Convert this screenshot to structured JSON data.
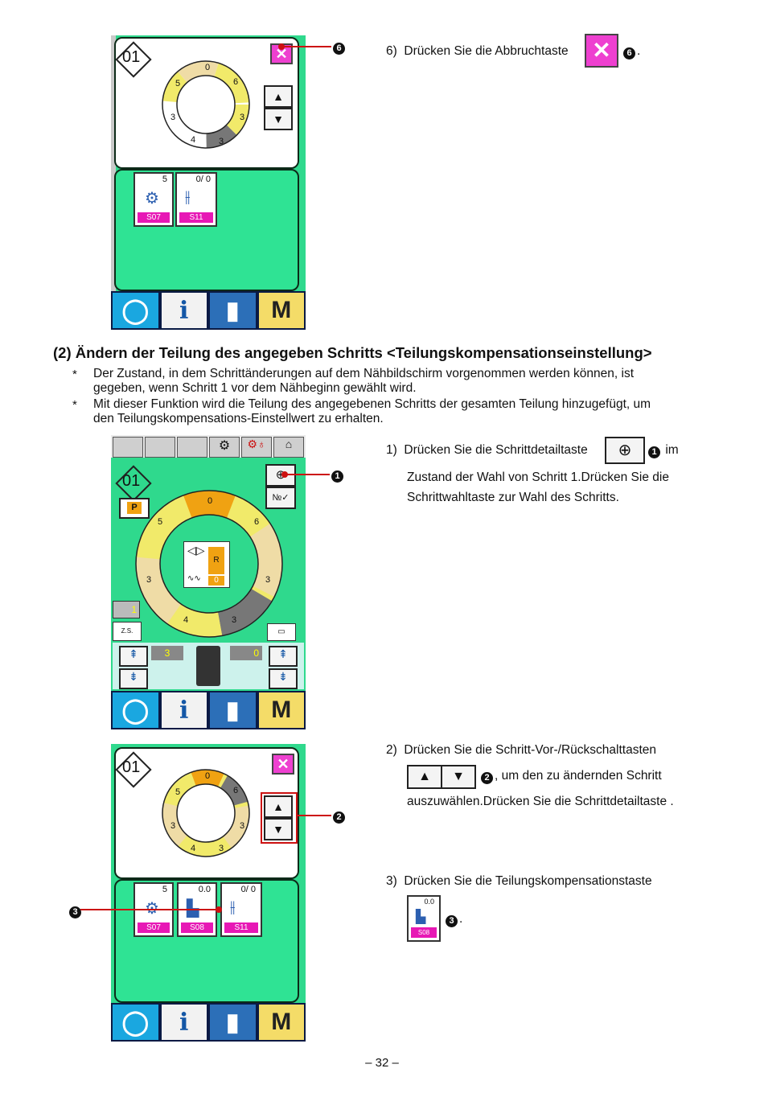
{
  "step6": {
    "label": "6)",
    "text": "Drücken Sie die Abbruchtaste",
    "marker": "6",
    "suffix": "."
  },
  "section": {
    "heading": "(2) Ändern der Teilung des angegeben Schritts <Teilungskompensationseinstellung>",
    "notes": [
      {
        "star": "*",
        "line1": "Der Zustand, in dem Schrittänderungen auf dem Nähbildschirm vorgenommen werden können, ist",
        "line2": "gegeben, wenn Schritt 1 vor dem Nähbeginn gewählt wird."
      },
      {
        "star": "*",
        "line1": "Mit dieser Funktion wird die Teilung des angegebenen Schritts der gesamten Teilung hinzugefügt,  um",
        "line2": "den Teilungskompensations-Einstellwert zu erhalten."
      }
    ]
  },
  "step1": {
    "label": "1)",
    "text_a": "Drücken Sie die Schrittdetailtaste",
    "marker": "1",
    "text_b": "im",
    "line2": "Zustand der Wahl von Schritt 1.Drücken Sie die",
    "line3": "Schrittwahltaste zur Wahl des Schritts."
  },
  "step2": {
    "label": "2)",
    "line1": "Drücken Sie die Schritt-Vor-/Rückschalttasten",
    "marker": "2",
    "line2": ", um den zu ändernden Schritt",
    "line3": "auszuwählen.Drücken Sie die Schrittdetailtaste ."
  },
  "step3": {
    "label": "3)",
    "line1": "Drücken Sie die Teilungskompensationstaste",
    "marker": "3",
    "suffix": "."
  },
  "screens": {
    "screen1": {
      "step_no": "01",
      "ring": [
        "0",
        "6",
        "3",
        "3",
        "4",
        "3",
        "5"
      ],
      "icons": [
        {
          "value": "5",
          "label": "S07"
        },
        {
          "value": "0/  0",
          "label": "S11"
        }
      ],
      "callout": "6"
    },
    "screen2": {
      "step_no": "01",
      "p_label": "P",
      "ring": [
        "0",
        "6",
        "3",
        "3",
        "4",
        "3",
        "5"
      ],
      "center_r": "R",
      "center_val": "0",
      "left_val": "1",
      "left_small": "Z.S.",
      "bottom_left_val": "3",
      "bottom_right_val": "0",
      "callout": "1"
    },
    "screen3": {
      "step_no": "01",
      "ring": [
        "0",
        "6",
        "3",
        "3",
        "4",
        "3",
        "5"
      ],
      "icons": [
        {
          "value": "5",
          "label": "S07"
        },
        {
          "value": "0.0",
          "label": "S08"
        },
        {
          "value": "0/  0",
          "label": "S11"
        }
      ],
      "callout_arrows": "2",
      "callout_icon": "3"
    },
    "bottom_bar": {
      "i": "i",
      "m": "M"
    }
  },
  "inline_icon_s08": {
    "value": "0.0",
    "label": "S08"
  },
  "footer": {
    "page": "– 32 –"
  },
  "colors": {
    "screen_green": "#2fd98d",
    "accent_pink": "#ee40d0",
    "callout_red": "#cc1111",
    "ring_yellow": "#f1ea6a",
    "ring_beige": "#efdca6",
    "ring_gray": "#777777",
    "ring_orange": "#f0a212"
  }
}
